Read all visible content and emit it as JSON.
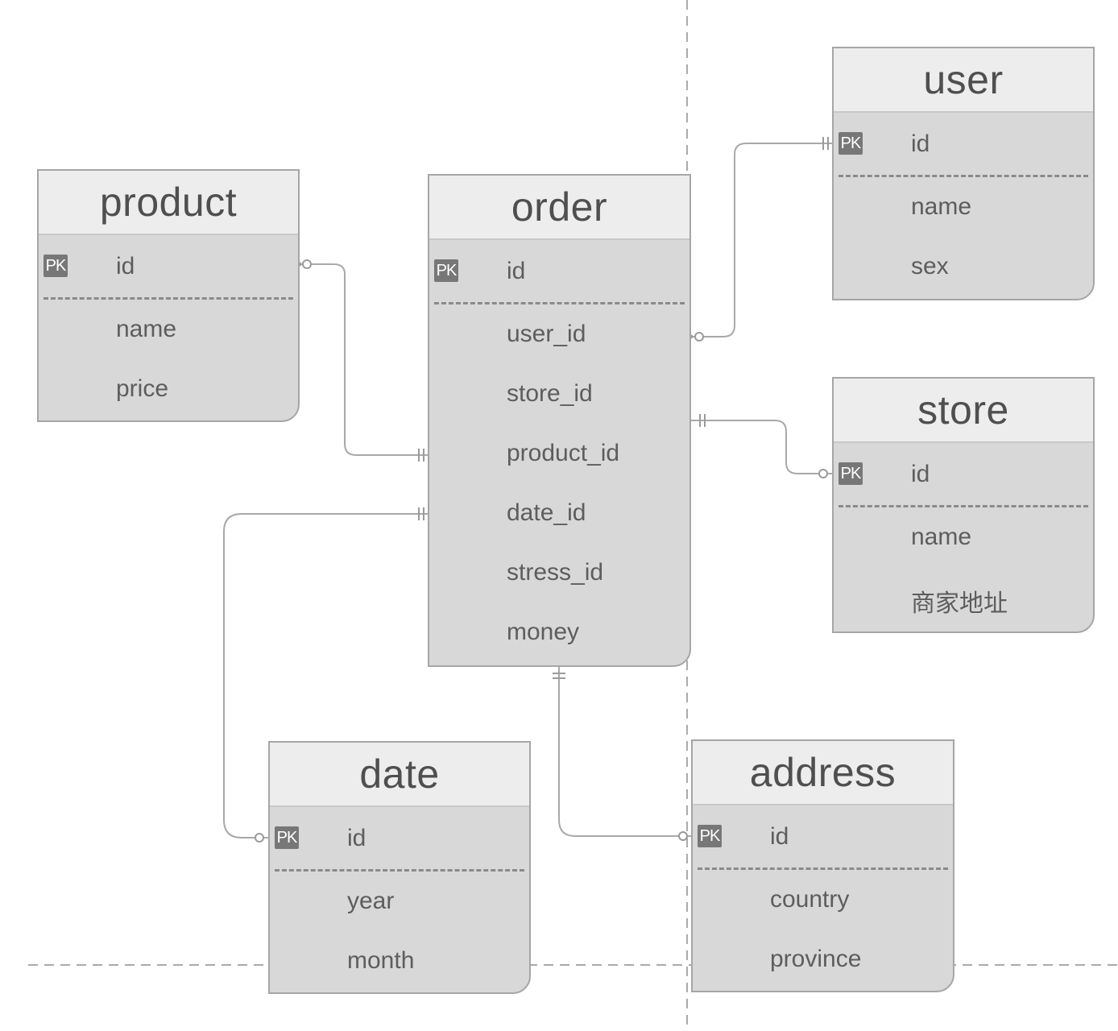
{
  "diagram": {
    "pk_label": "PK",
    "entities": {
      "product": {
        "title": "product",
        "pk_field": "id",
        "fields": [
          "name",
          "price"
        ]
      },
      "order": {
        "title": "order",
        "pk_field": "id",
        "fields": [
          "user_id",
          "store_id",
          "product_id",
          "date_id",
          "stress_id",
          "money"
        ]
      },
      "user": {
        "title": "user",
        "pk_field": "id",
        "fields": [
          "name",
          "sex"
        ]
      },
      "store": {
        "title": "store",
        "pk_field": "id",
        "fields": [
          "name",
          "商家地址"
        ]
      },
      "date": {
        "title": "date",
        "pk_field": "id",
        "fields": [
          "year",
          "month"
        ]
      },
      "address": {
        "title": "address",
        "pk_field": "id",
        "fields": [
          "country",
          "province"
        ]
      }
    },
    "relationships": [
      {
        "from": "order.user_id",
        "to": "user.id",
        "from_end": "zero-or-many",
        "to_end": "one"
      },
      {
        "from": "order.store_id",
        "to": "store.id",
        "from_end": "one",
        "to_end": "zero-or-one"
      },
      {
        "from": "order.product_id",
        "to": "product.id",
        "from_end": "one",
        "to_end": "zero-or-many"
      },
      {
        "from": "order.date_id",
        "to": "date.id",
        "from_end": "one",
        "to_end": "zero-or-one"
      },
      {
        "from": "order",
        "to": "address.id",
        "from_end": "one",
        "to_end": "zero-or-one"
      }
    ]
  }
}
